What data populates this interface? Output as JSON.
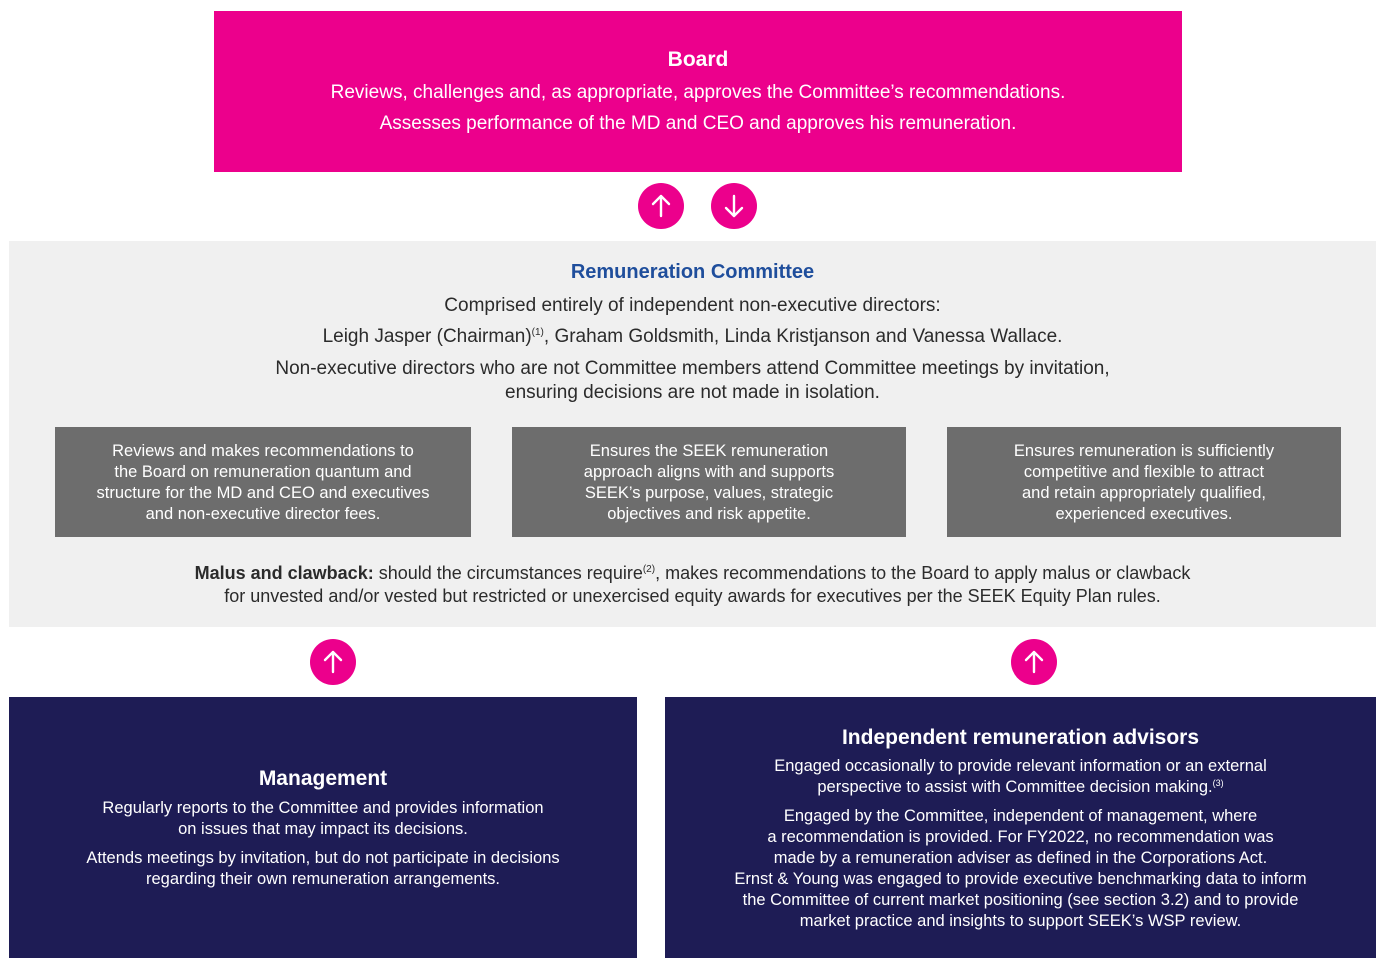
{
  "board": {
    "title": "Board",
    "line1": "Reviews, challenges and, as appropriate, approves the Committee’s recommendations.",
    "line2": "Assesses performance of the MD and CEO and approves his remuneration."
  },
  "committee": {
    "title": "Remuneration Committee",
    "line1": "Comprised entirely of independent non-executive directors:",
    "line2_pre": "Leigh Jasper (Chairman)",
    "line2_sup": "(1)",
    "line2_post": ", Graham Goldsmith, Linda Kristjanson and Vanessa Wallace.",
    "line3a": "Non-executive directors who are not Committee members attend Committee meetings by invitation,",
    "line3b": "ensuring decisions are not made in isolation.",
    "roles": [
      {
        "lines": [
          "Reviews and makes recommendations to",
          "the Board on remuneration quantum and",
          "structure for the MD and CEO and executives",
          "and non-executive director fees."
        ]
      },
      {
        "lines": [
          "Ensures the SEEK remuneration",
          "approach aligns with and supports",
          "SEEK’s purpose, values, strategic",
          "objectives and risk appetite."
        ]
      },
      {
        "lines": [
          "Ensures remuneration is sufficiently",
          "competitive and flexible to attract",
          "and retain appropriately qualified,",
          "experienced executives."
        ]
      }
    ],
    "malus_bold": "Malus and clawback:",
    "malus_text1": " should the circumstances require",
    "malus_sup": "(2)",
    "malus_text2": ", makes recommendations to the Board to apply malus or clawback",
    "malus_line2": "for unvested and/or vested but restricted or unexercised equity awards for executives per the SEEK Equity Plan rules."
  },
  "management": {
    "title": "Management",
    "p1a": "Regularly reports to the Committee and provides information",
    "p1b": "on issues that may impact its decisions.",
    "p2a": "Attends meetings by invitation, but do not participate in decisions",
    "p2b": "regarding their own remuneration arrangements."
  },
  "advisors": {
    "title": "Independent remuneration advisors",
    "p1a": "Engaged occasionally to provide relevant information or an external",
    "p1b": "perspective to assist with Committee decision making.",
    "p1_sup": "(3)",
    "p2": [
      "Engaged by the Committee, independent of management, where",
      "a recommendation is provided. For FY2022, no recommendation was",
      "made by a remuneration adviser as defined in the Corporations Act.",
      "Ernst & Young was engaged to provide executive benchmarking data to inform",
      "the Committee of current market positioning (see section 3.2) and to provide",
      "market practice and insights to support SEEK’s WSP review."
    ]
  },
  "colors": {
    "board_bg": "#ec008c",
    "arrow": "#ec008c",
    "committee_bg": "#f0f0f0",
    "committee_title": "#1f4e9c",
    "role_bg": "#6d6d6d",
    "dark_bg": "#1e1c55"
  },
  "icons": [
    "arrow-up-icon",
    "arrow-down-icon"
  ]
}
